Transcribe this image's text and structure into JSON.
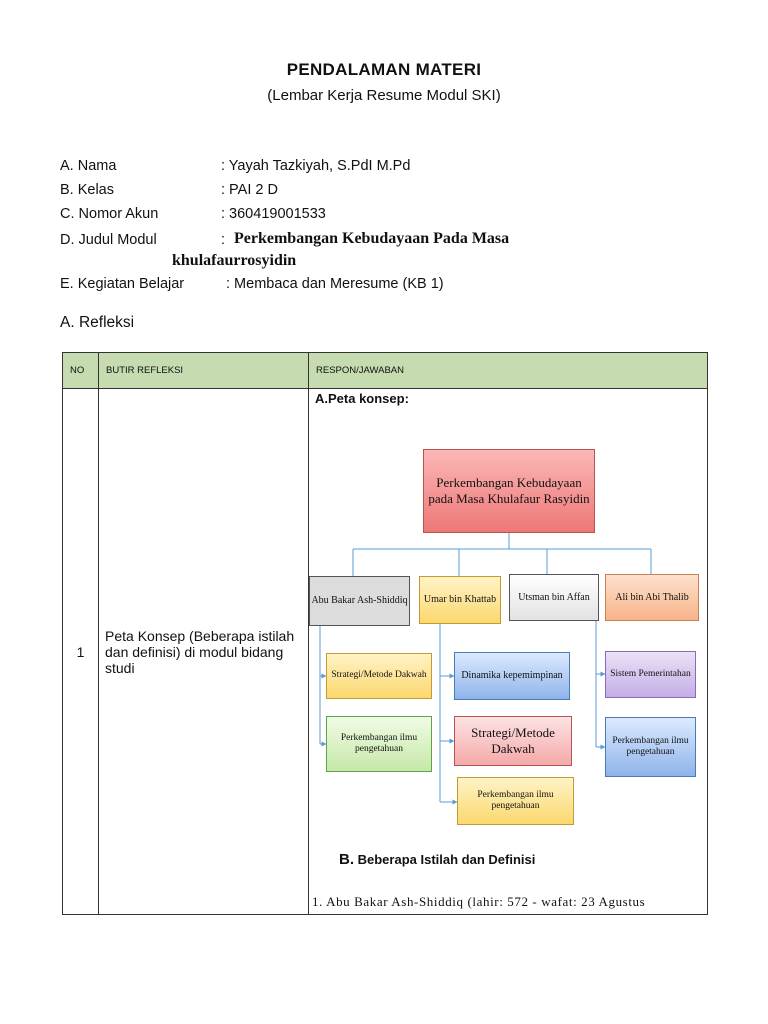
{
  "header": {
    "title": "PENDALAMAN MATERI",
    "subtitle": "(Lembar Kerja Resume Modul SKI)"
  },
  "fields": {
    "nama": {
      "label": "A. Nama",
      "value": ": Yayah Tazkiyah, S.PdI M.Pd"
    },
    "kelas": {
      "label": "B. Kelas",
      "value": ": PAI 2 D"
    },
    "akun": {
      "label": "C. Nomor Akun",
      "value": ": 360419001533"
    },
    "judul": {
      "label": "D. Judul Modul",
      "value_prefix": ":",
      "value_line1": "Perkembangan Kebudayaan Pada Masa",
      "value_line2": "khulafaurrosyidin"
    },
    "kegiatan": {
      "label": "E. Kegiatan Belajar",
      "value": ": Membaca dan Meresume (KB 1)"
    }
  },
  "section_a": "A. Refleksi",
  "table": {
    "headers": [
      "NO",
      "BUTIR REFLEKSI",
      "RESPON/JAWABAN"
    ],
    "row": {
      "no": "1",
      "butir": "Peta Konsep (Beberapa istilah dan definisi) di modul bidang studi"
    }
  },
  "concept_map": {
    "heading": "A.Peta konsep:",
    "root": "Perkembangan Kebudayaan pada Masa Khulafaur Rasyidin",
    "abu": "Abu Bakar Ash-Shiddiq",
    "umar": "Umar bin Khattab",
    "utsman": "Utsman bin Affan",
    "ali": "Ali bin Abi Thalib",
    "strategi1": "Strategi/Metode Dakwah",
    "perkembangan1": "Perkembangan ilmu pengetahuan",
    "dinamika": "Dinamika kepemimpinan",
    "strategi2": "Strategi/Metode Dakwah",
    "perkembangan2": "Perkembangan ilmu pengetahuan",
    "sistem": "Sistem Pemerintahan",
    "perkembangan3": "Perkembangan ilmu pengetahuan"
  },
  "section_b": {
    "letter": "B.",
    "title": "Beberapa Istilah dan Definisi"
  },
  "list": {
    "item1": "1.  Abu Bakar Ash-Shiddiq (lahir: 572 - wafat: 23 Agustus"
  },
  "colors": {
    "header_bg": "#c6dbb0",
    "connector": "#5b9bd5"
  }
}
